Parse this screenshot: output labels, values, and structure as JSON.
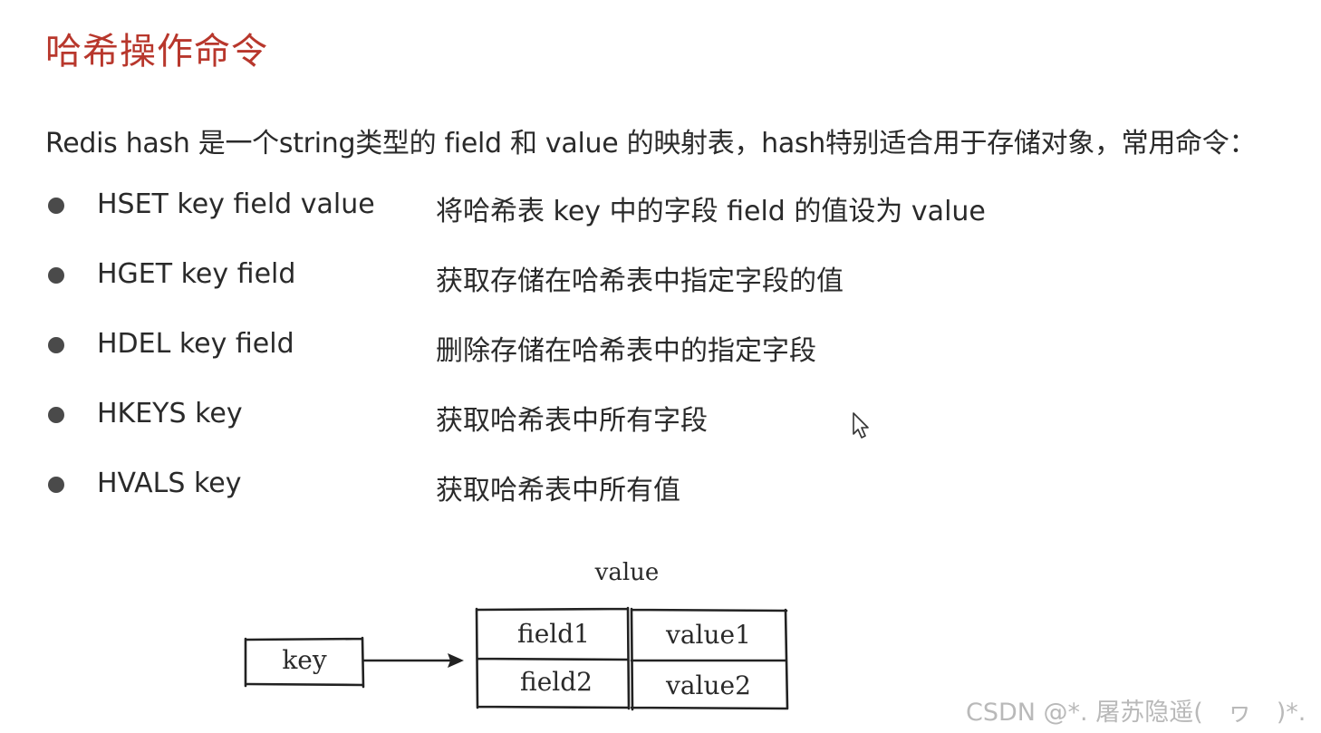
{
  "title": "哈希操作命令",
  "intro": "Redis hash 是一个string类型的 field 和 value 的映射表，hash特别适合用于存储对象，常用命令：",
  "commands": [
    {
      "syntax": "HSET key field value",
      "description": "将哈希表 key 中的字段 field 的值设为 value"
    },
    {
      "syntax": "HGET key field",
      "description": "获取存储在哈希表中指定字段的值"
    },
    {
      "syntax": "HDEL key field",
      "description": "删除存储在哈希表中的指定字段"
    },
    {
      "syntax": "HKEYS key",
      "description": "获取哈希表中所有字段"
    },
    {
      "syntax": "HVALS key",
      "description": "获取哈希表中所有值"
    }
  ],
  "diagram": {
    "key_label": "key",
    "value_caption": "value",
    "rows": [
      {
        "field": "field1",
        "value": "value1"
      },
      {
        "field": "field2",
        "value": "value2"
      }
    ]
  },
  "watermark": "CSDN @*. 屠苏隐遥(　ヮ　)*.",
  "colors": {
    "title": "#b8372c",
    "text": "#2a2a2a",
    "watermark": "#b9b9b9"
  },
  "icons": {
    "cursor": "mouse-pointer-icon",
    "bullet": "bullet-dot-icon"
  }
}
